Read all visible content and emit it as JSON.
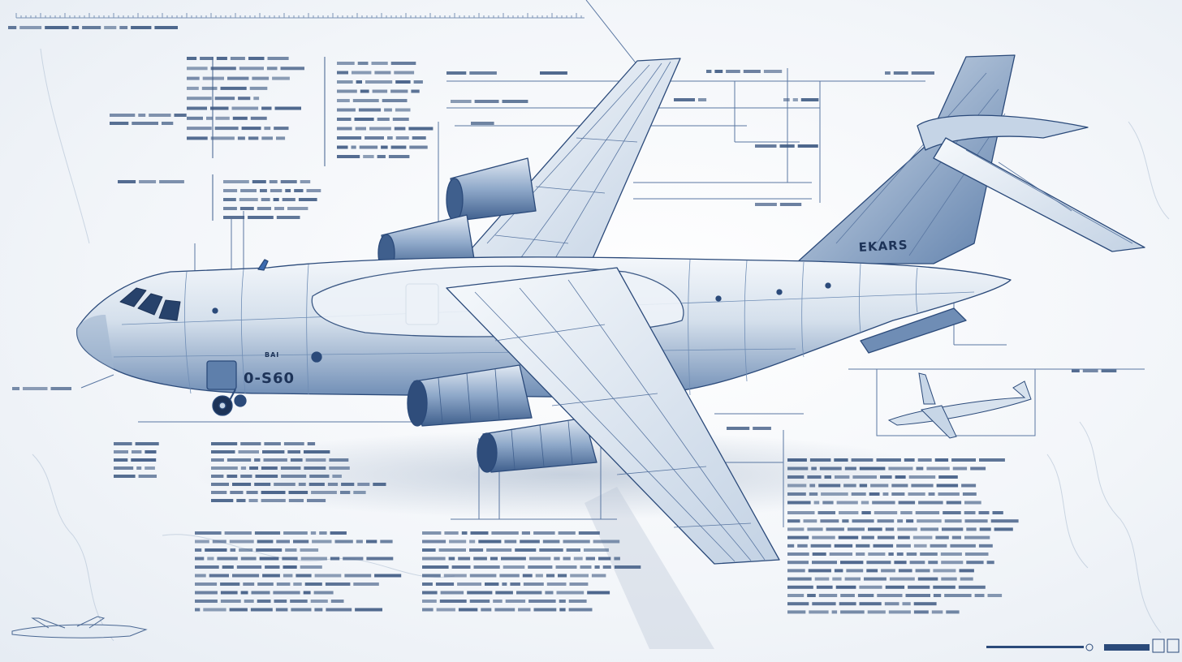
{
  "diagram": {
    "tail_marking": "EKARS",
    "fuselage_marking": "0-S60",
    "nose_marking": "BAI",
    "palette": {
      "line": "#2b4a7a",
      "skin_light": "#e8eef6",
      "skin_mid": "#b8c8dc",
      "skin_dark": "#6f8db5",
      "accent": "#3c6bb0",
      "paper": "#f3f6fa"
    }
  }
}
